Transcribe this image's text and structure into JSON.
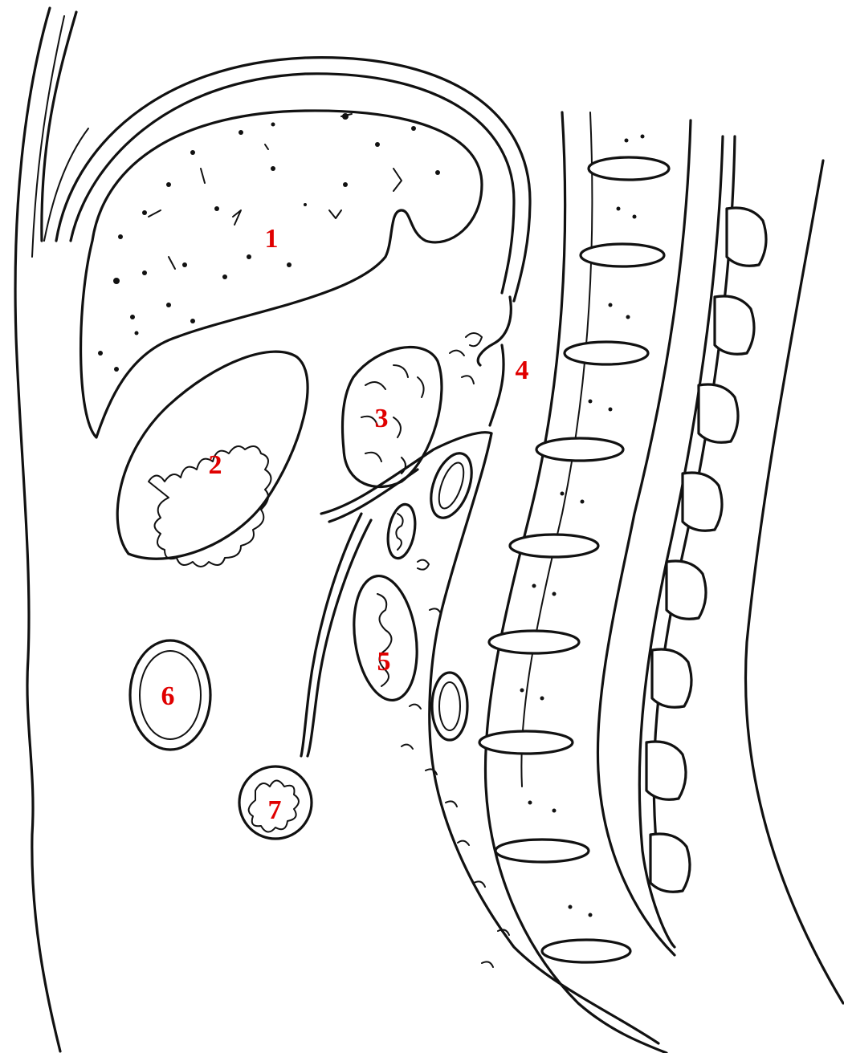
{
  "labels": {
    "l1": "1",
    "l2": "2",
    "l3": "3",
    "l4": "4",
    "l5": "5",
    "l6": "6",
    "l7": "7"
  },
  "colors": {
    "label": "#e00000",
    "ink": "#111111",
    "background": "#ffffff"
  }
}
